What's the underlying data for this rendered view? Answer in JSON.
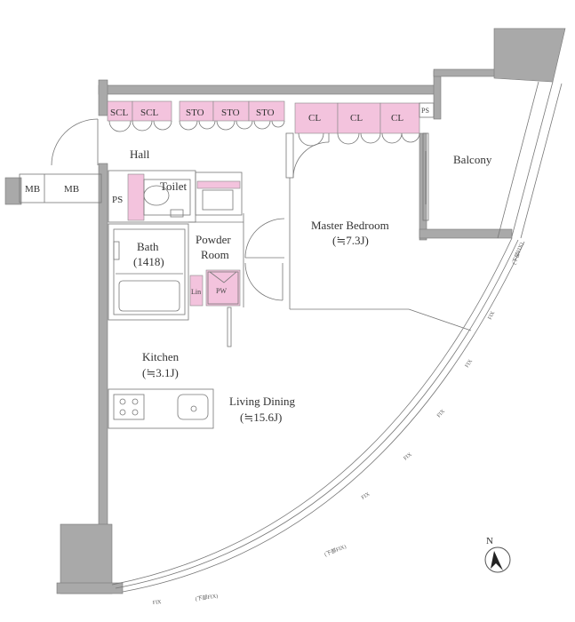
{
  "rooms": {
    "hall": "Hall",
    "toilet": "Toilet",
    "ps_left": "PS",
    "ps_right": "PS",
    "mb_1": "MB",
    "mb_2": "MB",
    "bath_name": "Bath",
    "bath_size": "(1418)",
    "powder_1": "Powder",
    "powder_2": "Room",
    "lin": "Lin",
    "pw": "PW",
    "master_name": "Master Bedroom",
    "master_size": "(≒7.3J)",
    "balcony": "Balcony",
    "kitchen_name": "Kitchen",
    "kitchen_size": "(≒3.1J)",
    "living_name": "Living Dining",
    "living_size": "(≒15.6J)"
  },
  "storage": {
    "scl_1": "SCL",
    "scl_2": "SCL",
    "sto_1": "STO",
    "sto_2": "STO",
    "sto_3": "STO",
    "cl_1": "CL",
    "cl_2": "CL",
    "cl_3": "CL"
  },
  "windows": {
    "fix_1": "FIX",
    "fix_2": "FIX",
    "fix_3": "FIX",
    "fix_4": "FIX",
    "fix_5": "FIX",
    "fix_6": "FIX",
    "fix_lower_1": "(下部FIX)",
    "fix_lower_2": "(下部FIX)",
    "fix_lower_3": "(下部FIX)"
  },
  "compass": {
    "north": "N"
  },
  "colors": {
    "storage_fill": "#f3c3dd",
    "wall": "#a9a9a9"
  }
}
